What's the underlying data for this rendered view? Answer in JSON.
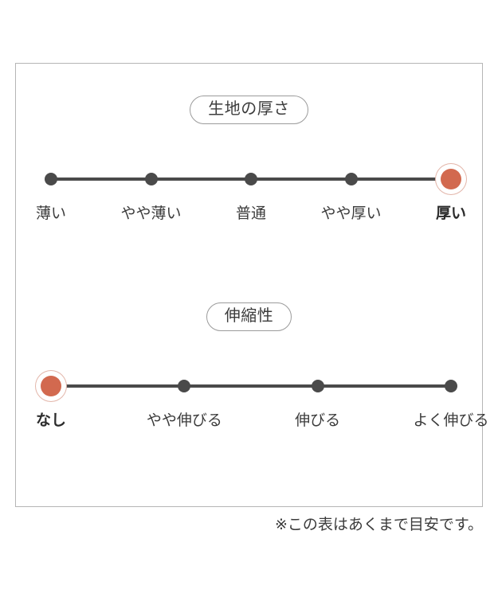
{
  "chart_data": {
    "type": "table",
    "title": "",
    "scales": [
      {
        "id": "fabric-thickness",
        "badge_label": "生地の厚さ",
        "categories": [
          "薄い",
          "やや薄い",
          "普通",
          "やや厚い",
          "厚い"
        ],
        "selected_index": 4,
        "selected_value": "厚い",
        "point_count": 5
      },
      {
        "id": "stretchiness",
        "badge_label": "伸縮性",
        "categories": [
          "なし",
          "やや伸びる",
          "伸びる",
          "よく伸びる"
        ],
        "selected_index": 0,
        "selected_value": "なし",
        "point_count": 4
      }
    ],
    "legend": "",
    "grid": false
  },
  "sections": {
    "thickness": {
      "badge": "生地の厚さ",
      "labels": [
        {
          "text": "薄い",
          "active": false
        },
        {
          "text": "やや薄い",
          "active": false
        },
        {
          "text": "普通",
          "active": false
        },
        {
          "text": "やや厚い",
          "active": false
        },
        {
          "text": "厚い",
          "active": true
        }
      ]
    },
    "stretch": {
      "badge": "伸縮性",
      "labels": [
        {
          "text": "なし",
          "active": true
        },
        {
          "text": "やや伸びる",
          "active": false
        },
        {
          "text": "伸びる",
          "active": false
        },
        {
          "text": "よく伸びる",
          "active": false
        }
      ]
    }
  },
  "footer": {
    "note": "※この表はあくまで目安です。"
  },
  "colors": {
    "active_dot": "#d2694f",
    "active_ring": "#e3b6aa",
    "dot": "#4a4a4a",
    "track": "#4a4a4a",
    "frame_border": "#b5b5b5",
    "badge_border": "#9b9b9b",
    "text": "#3c3c3c",
    "background": "#ffffff"
  }
}
